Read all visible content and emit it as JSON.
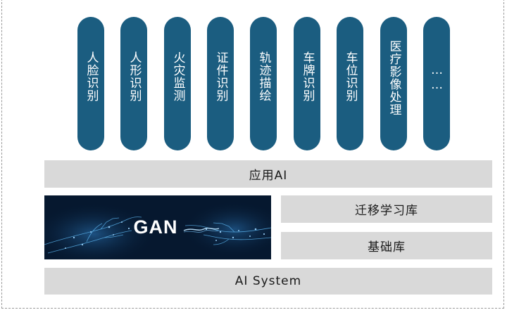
{
  "apps": [
    {
      "label": "人脸识别"
    },
    {
      "label": "人形识别"
    },
    {
      "label": "火灾监测"
    },
    {
      "label": "证件识别"
    },
    {
      "label": "轨迹描绘"
    },
    {
      "label": "车牌识别"
    },
    {
      "label": "车位识别"
    },
    {
      "label": "医疗影像处理"
    },
    {
      "label": "……"
    }
  ],
  "layers": {
    "application": "应用AI",
    "transfer_learning": "迁移学习库",
    "base_library": "基础库",
    "system": "AI System"
  },
  "gan": {
    "label": "GAN"
  },
  "colors": {
    "pill": "#1b5d80",
    "bar": "#d9d9d9",
    "gan_background": "#06182f",
    "gan_glow": "#3fa3e6"
  }
}
